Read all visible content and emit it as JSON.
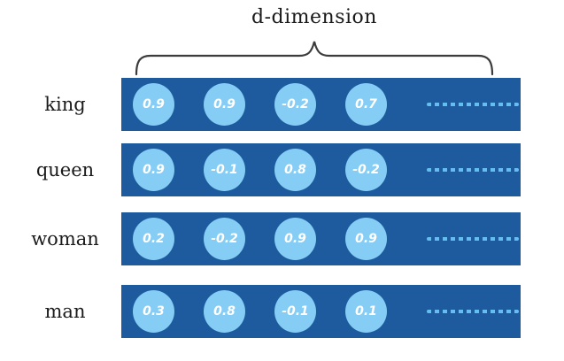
{
  "title": "d-dimension",
  "rows": [
    {
      "label": "king",
      "values": [
        0.9,
        0.9,
        -0.2,
        0.7
      ]
    },
    {
      "label": "queen",
      "values": [
        0.9,
        -0.1,
        0.8,
        -0.2
      ]
    },
    {
      "label": "woman",
      "values": [
        0.2,
        -0.2,
        0.9,
        0.9
      ]
    },
    {
      "label": "man",
      "values": [
        0.3,
        0.8,
        -0.1,
        0.1
      ]
    }
  ],
  "colors": {
    "bar": "#1e5b9e",
    "circle": "#85cdf5",
    "value_text": "#ffffff",
    "dots": "#66bdf0",
    "brace": "#3c3c3c",
    "label_text": "#1a1a1a"
  }
}
